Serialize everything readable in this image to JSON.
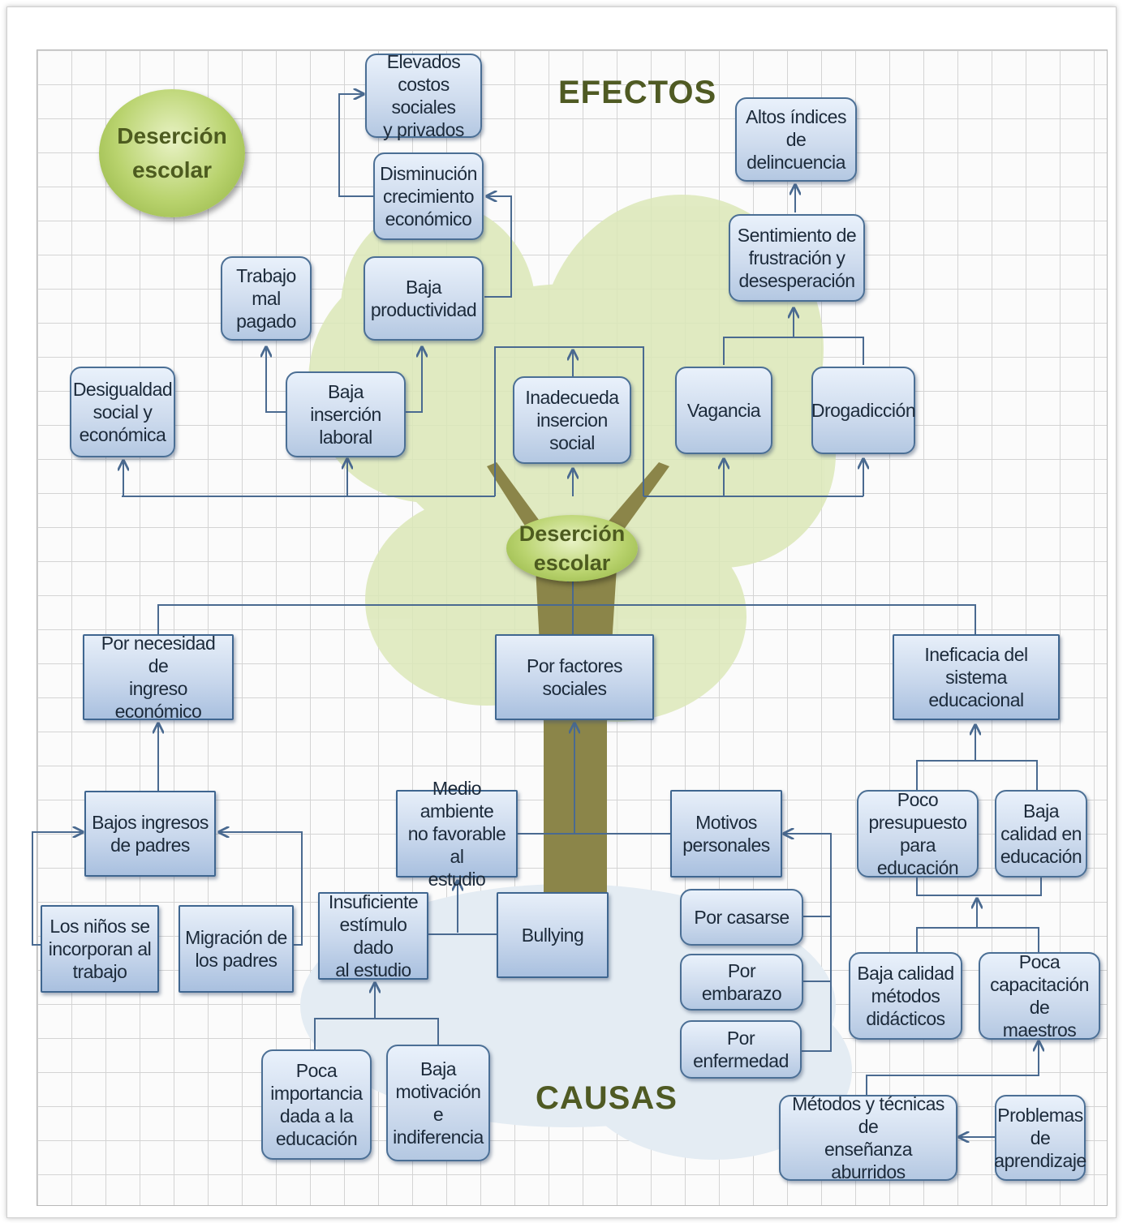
{
  "titles": {
    "effects": "EFECTOS",
    "causes": "CAUSAS"
  },
  "badge": "Deserción\nescolar",
  "center": "Deserción\nescolar",
  "effects": {
    "high_costs": "Elevados\ncostos sociales\ny privados",
    "growth": "Disminución\ncrecimiento\neconómico",
    "productivity": "Baja\nproductividad",
    "bad_job": "Trabajo mal\npagado",
    "insertion": "Baja inserción\nlaboral",
    "inequality": "Desigualdad\nsocial y\neconómica",
    "social_insertion": "Inadecueda\ninsercion social",
    "crime": "Altos índices de\ndelincuencia",
    "frustration": "Sentimiento de\nfrustración y\ndesesperación",
    "idleness": "Vagancia",
    "drugs": "Drogadicción"
  },
  "causes": {
    "economic": "Por necesidad de\ningreso económico",
    "social": "Por factores sociales",
    "system": "Ineficacia del sistema\neducacional",
    "low_income": "Bajos ingresos\nde padres",
    "child_work": "Los niños se\nincorporan al\ntrabajo",
    "migration": "Migración de\nlos padres",
    "environment": "Medio ambiente\nno favorable al\nestudio",
    "stimulus": "Insuficiente\nestímulo dado\nal estudio",
    "bullying": "Bullying",
    "importance": "Poca\nimportancia\ndada a la\neducación",
    "motivation": "Baja\nmotivación e\nindiferencia",
    "personal": "Motivos\npersonales",
    "marriage": "Por casarse",
    "pregnancy": "Por embarazo",
    "illness": "Por enfermedad",
    "budget": "Poco\npresupuesto\npara educación",
    "quality": "Baja\ncalidad en\neducación",
    "methods": "Baja calidad\nmétodos\ndidácticos",
    "training": "Poca\ncapacitación de\nmaestros",
    "boring": "Métodos y técnicas de\nenseñanza aburridos",
    "learning": "Problemas\nde\naprendizaje"
  },
  "colors": {
    "box_border": "#4b6f95",
    "box_fill": "#cfdcee",
    "title": "#4f5a23",
    "tree_trunk": "#8b8549",
    "foliage": "#dce8b8",
    "ground": "#e4ecf3"
  }
}
